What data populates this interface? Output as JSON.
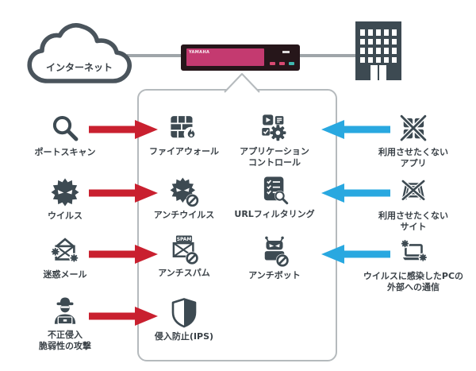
{
  "topology": {
    "internet_label": "インターネット",
    "router_brand": "YAMAHA"
  },
  "left_threats": [
    {
      "icon": "magnifier-icon",
      "label": "ポートスキャン"
    },
    {
      "icon": "virus-icon",
      "label": "ウイルス"
    },
    {
      "icon": "spam-mail-icon",
      "label": "迷惑メール"
    },
    {
      "icon": "hacker-icon",
      "label": "不正侵入\n脆弱性の攻撃"
    }
  ],
  "security_features": {
    "spam_badge": "SPAM",
    "left_column": [
      {
        "icon": "firewall-icon",
        "label": "ファイアウォール"
      },
      {
        "icon": "antivirus-icon",
        "label": "アンチウイルス"
      },
      {
        "icon": "antispam-icon",
        "label": "アンチスパム"
      },
      {
        "icon": "shield-icon",
        "label": "侵入防止(IPS)"
      }
    ],
    "right_column": [
      {
        "icon": "app-control-icon",
        "label": "アプリケーション\nコントロール"
      },
      {
        "icon": "url-filter-icon",
        "label": "URLフィルタリング"
      },
      {
        "icon": "antibot-icon",
        "label": "アンチボット"
      }
    ]
  },
  "right_threats": [
    {
      "icon": "blocked-app-icon",
      "label": "利用させたくない\nアプリ"
    },
    {
      "icon": "blocked-site-icon",
      "label": "利用させたくない\nサイト"
    },
    {
      "icon": "infected-pc-icon",
      "label": "ウイルスに感染したPCの\n外部への通信"
    }
  ],
  "colors": {
    "icon": "#3d4a52",
    "label": "#3a4147",
    "red_arrow": "#c9202f",
    "blue_arrow": "#29a8e0",
    "router_body": "#26161a",
    "router_screen": "#c43a70",
    "led_red": "#d84a72",
    "led_teal": "#3fb8af",
    "building": "#3d4a52",
    "cloud_stroke": "#4a545c",
    "connector": "#9fa5a9",
    "box_border": "#b5babd"
  }
}
